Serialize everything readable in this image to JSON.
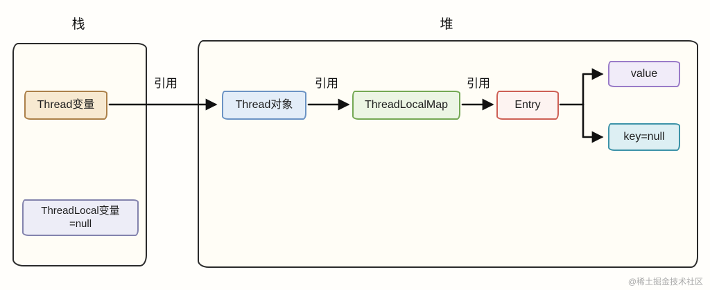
{
  "regions": {
    "stack": {
      "label": "栈"
    },
    "heap": {
      "label": "堆"
    }
  },
  "nodes": {
    "thread_var": {
      "label": "Thread变量"
    },
    "threadlocal_var": {
      "label_line1": "ThreadLocal变量",
      "label_line2": "=null"
    },
    "thread_obj": {
      "label": "Thread对象"
    },
    "threadlocal_map": {
      "label": "ThreadLocalMap"
    },
    "entry": {
      "label": "Entry"
    },
    "value": {
      "label": "value"
    },
    "key": {
      "label": "key=null"
    }
  },
  "edges": {
    "thread_var_to_thread_obj": {
      "label": "引用"
    },
    "thread_obj_to_map": {
      "label": "引用"
    },
    "map_to_entry": {
      "label": "引用"
    }
  },
  "watermark": "@稀土掘金技术社区",
  "colors": {
    "thread_var_border": "#ab8049",
    "thread_var_fill": "#f7e9d1",
    "threadlocal_var_border": "#8383ad",
    "threadlocal_var_fill": "#ededf7",
    "thread_obj_border": "#6b93c4",
    "thread_obj_fill": "#e3edf8",
    "threadlocal_map_border": "#74a854",
    "threadlocal_map_fill": "#ecf5e4",
    "entry_border": "#cd5f55",
    "entry_fill": "#fdf3f1",
    "value_border": "#9a7bc8",
    "value_fill": "#f1ecf9",
    "key_border": "#3d93a8",
    "key_fill": "#ddeff3",
    "arrow": "#111111",
    "region_border": "#2a2a2a"
  }
}
